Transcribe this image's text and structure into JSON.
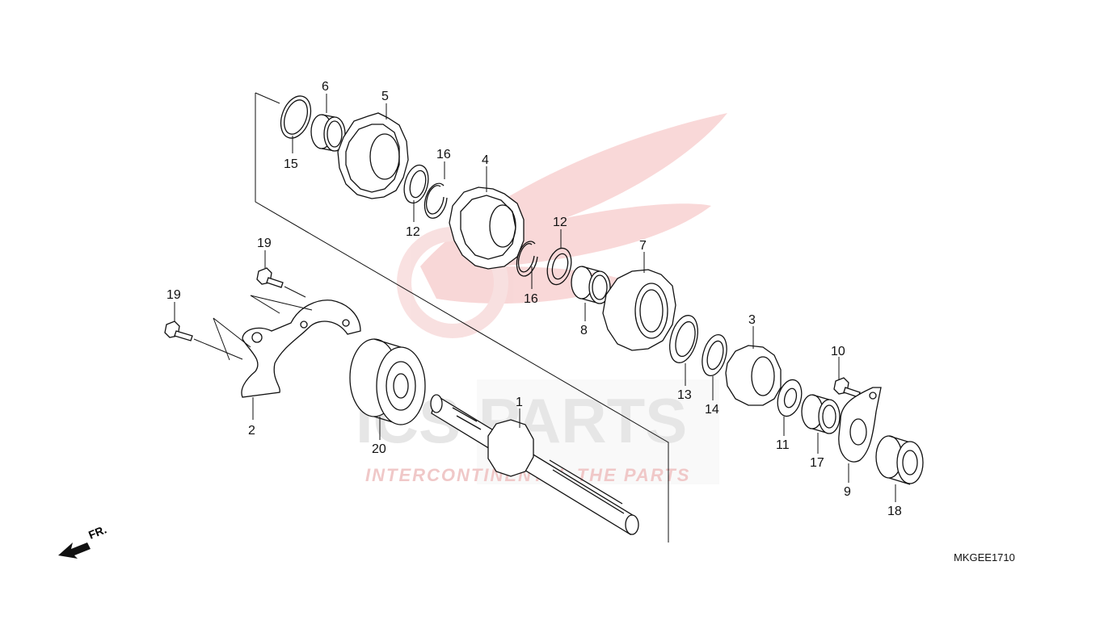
{
  "diagram": {
    "reference_code": "MKGEE1710",
    "front_marker": "FR.",
    "callouts": [
      {
        "id": "c6",
        "label": "6"
      },
      {
        "id": "c5",
        "label": "5"
      },
      {
        "id": "c15",
        "label": "15"
      },
      {
        "id": "c16a",
        "label": "16"
      },
      {
        "id": "c4",
        "label": "4"
      },
      {
        "id": "c12a",
        "label": "12"
      },
      {
        "id": "c12b",
        "label": "12"
      },
      {
        "id": "c7",
        "label": "7"
      },
      {
        "id": "c16b",
        "label": "16"
      },
      {
        "id": "c8",
        "label": "8"
      },
      {
        "id": "c3",
        "label": "3"
      },
      {
        "id": "c13",
        "label": "13"
      },
      {
        "id": "c14",
        "label": "14"
      },
      {
        "id": "c10",
        "label": "10"
      },
      {
        "id": "c11",
        "label": "11"
      },
      {
        "id": "c17",
        "label": "17"
      },
      {
        "id": "c9",
        "label": "9"
      },
      {
        "id": "c18",
        "label": "18"
      },
      {
        "id": "c19a",
        "label": "19"
      },
      {
        "id": "c19b",
        "label": "19"
      },
      {
        "id": "c2",
        "label": "2"
      },
      {
        "id": "c20",
        "label": "20"
      },
      {
        "id": "c1",
        "label": "1"
      }
    ]
  },
  "watermark": {
    "brand": "ICS PARTS",
    "tagline": "INTERCONTINENTAL THE PARTS",
    "color": "#e8b0b0"
  },
  "colors": {
    "line": "#111111",
    "watermark_red": "#f2c4c4"
  }
}
